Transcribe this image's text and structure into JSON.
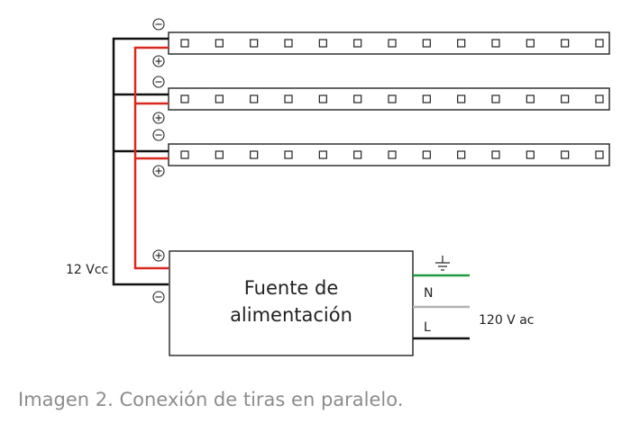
{
  "diagram": {
    "power_supply": {
      "line1": "Fuente de",
      "line2": "alimentación"
    },
    "dc_voltage_label": "12 Vcc",
    "ac_voltage_label": "120 V ac",
    "terminals": {
      "neutral": "N",
      "line": "L"
    },
    "strip_count": 3,
    "leds_per_strip": 13,
    "colors": {
      "negative_wire": "#111111",
      "positive_wire": "#d9281e",
      "ground_wire": "#1e9a3c",
      "neutral_wire": "#b3b3b3",
      "line_wire": "#111111"
    }
  },
  "caption": "Imagen 2. Conexión de tiras en paralelo."
}
